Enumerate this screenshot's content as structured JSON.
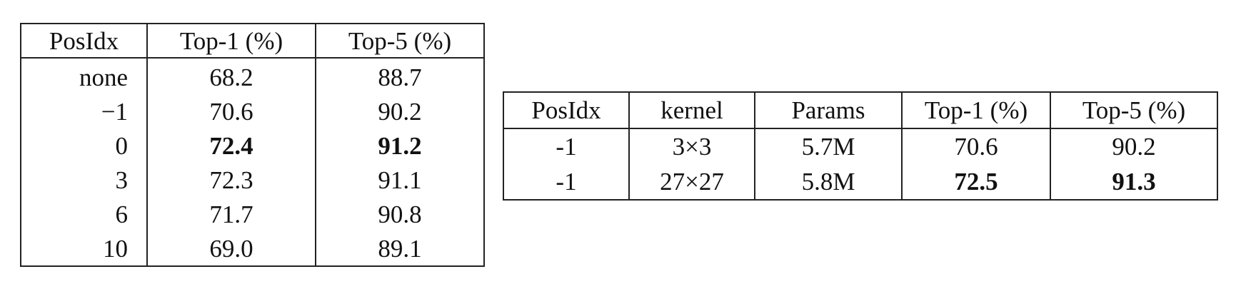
{
  "table_posidx": {
    "headers": [
      "PosIdx",
      "Top-1 (%)",
      "Top-5 (%)"
    ],
    "rows": [
      {
        "posidx": "none",
        "top1": "68.2",
        "top5": "88.7"
      },
      {
        "posidx": "−1",
        "top1": "70.6",
        "top5": "90.2"
      },
      {
        "posidx": "0",
        "top1": "72.4",
        "top5": "91.2"
      },
      {
        "posidx": "3",
        "top1": "72.3",
        "top5": "91.1"
      },
      {
        "posidx": "6",
        "top1": "71.7",
        "top5": "90.8"
      },
      {
        "posidx": "10",
        "top1": "69.0",
        "top5": "89.1"
      }
    ],
    "best_row_index": 2
  },
  "table_kernel": {
    "headers": [
      "PosIdx",
      "kernel",
      "Params",
      "Top-1 (%)",
      "Top-5 (%)"
    ],
    "rows": [
      {
        "posidx": "-1",
        "kernel": "3×3",
        "params": "5.7M",
        "top1": "70.6",
        "top5": "90.2"
      },
      {
        "posidx": "-1",
        "kernel": "27×27",
        "params": "5.8M",
        "top1": "72.5",
        "top5": "91.3"
      }
    ],
    "best_row_index": 1
  }
}
